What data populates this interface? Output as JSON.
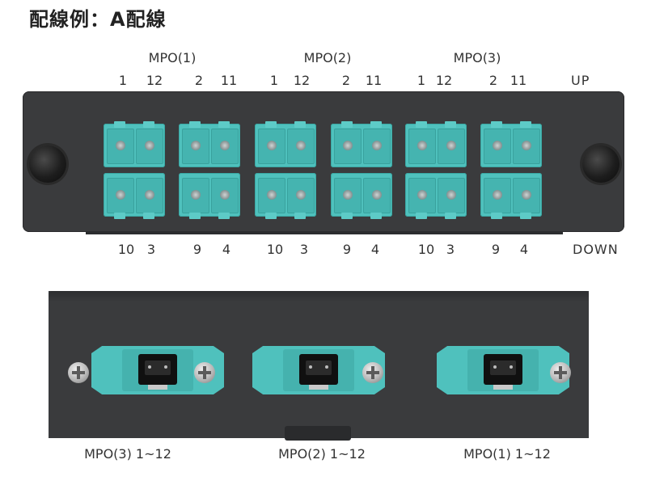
{
  "title": "配線例：A配線",
  "front": {
    "groups": [
      {
        "name": "MPO(1)",
        "up": [
          "1",
          "12",
          "2",
          "11"
        ],
        "down": [
          "10",
          "3",
          "9",
          "4"
        ]
      },
      {
        "name": "MPO(2)",
        "up": [
          "1",
          "12",
          "2",
          "11"
        ],
        "down": [
          "10",
          "3",
          "9",
          "4"
        ]
      },
      {
        "name": "MPO(3)",
        "up": [
          "1",
          "12",
          "2",
          "11"
        ],
        "down": [
          "10",
          "3",
          "9",
          "4"
        ]
      }
    ],
    "up_label": "UP",
    "down_label": "DOWN",
    "adapter_color": "#4fc1bd",
    "panel_color": "#3a3b3d"
  },
  "rear": {
    "ports": [
      {
        "label": "MPO(3) 1~12"
      },
      {
        "label": "MPO(2) 1~12"
      },
      {
        "label": "MPO(1) 1~12"
      }
    ]
  }
}
